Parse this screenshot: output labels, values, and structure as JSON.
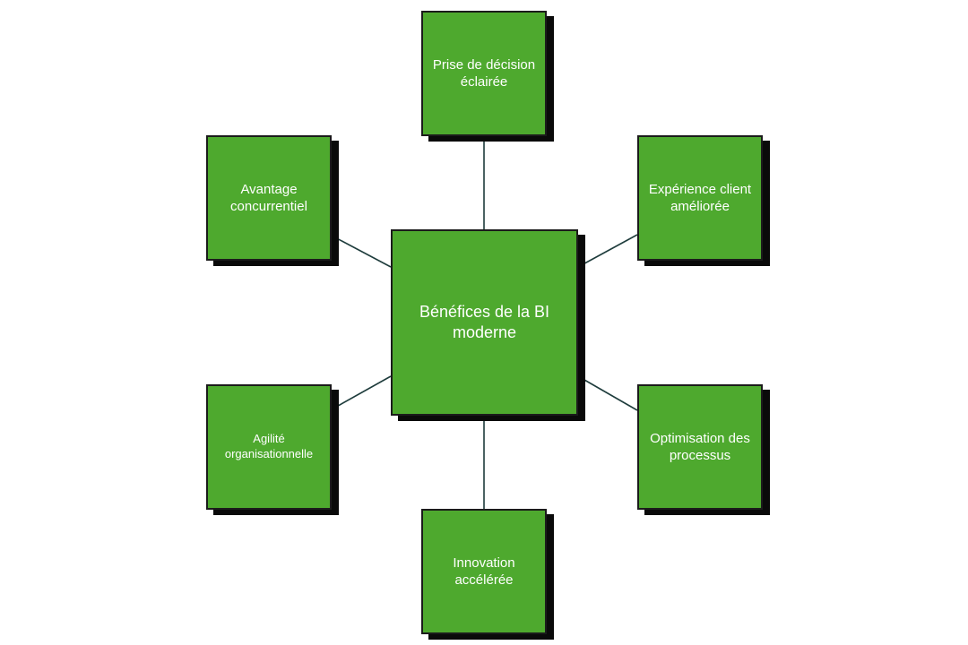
{
  "diagram": {
    "center": "Bénéfices de la BI moderne",
    "nodes": {
      "top": "Prise de décision éclairée",
      "top_left": "Avantage concurrentiel",
      "top_right": "Expérience client améliorée",
      "bottom_left": "Agilité organisationnelle",
      "bottom_right": "Optimisation des processus",
      "bottom": "Innovation accélérée"
    }
  },
  "colors": {
    "box_fill": "#4ea92e",
    "box_border": "#1b1b1b",
    "shadow": "#0a0a0a",
    "connector": "#1e3c3c",
    "text": "#ffffff",
    "background": "#ffffff"
  }
}
